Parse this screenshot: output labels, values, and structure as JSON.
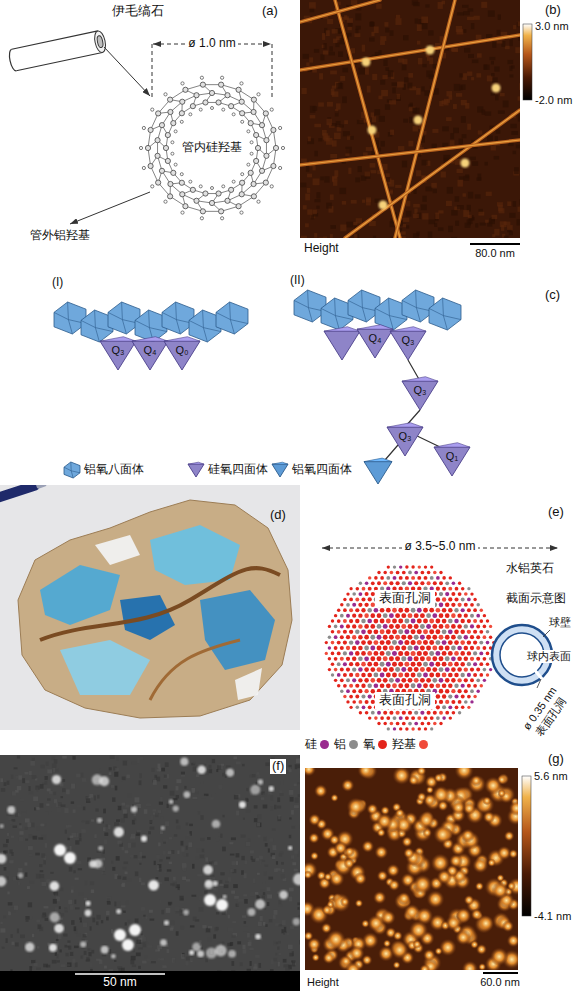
{
  "diagram": {
    "nodes": [
      {
        "text": [
          "表面孔洞"
        ]
      },
      {
        "text": [
          "表面孔洞"
        ]
      }
    ],
    "labels": [
      "伊毛缟石",
      "(a)",
      "ø 1.0 nm",
      "管内硅羟基",
      "管外铝羟基",
      "(b)",
      "3.0 nm",
      "-2.0 nm",
      "Height",
      "80.0 nm",
      "(I)",
      "(II)",
      "(c)",
      "Q₃",
      "Q₄",
      "Q₀",
      "Q₄",
      "Q₃",
      "Q₃",
      "Q₃",
      "Q₁",
      "(d)",
      "ø 3.5~5.0 nm",
      "(e)",
      "水铝英石",
      "截面示意图",
      "球壁",
      "球内表面",
      "ø 0.35 nm",
      "表面孔洞",
      "(f)",
      "50 nm",
      "(g)",
      "5.6 nm",
      "-4.1 nm",
      "Height",
      "60.0 nm"
    ],
    "legend": [
      {
        "text": "铝氧八面体",
        "color": "#6fa8dc"
      },
      {
        "text": "硅氧四面体",
        "color": "#8e84c8"
      },
      {
        "text": "铝氧四面体",
        "color": "#5d9bd6"
      },
      {
        "text": "硅",
        "color": "#9a2a8e"
      },
      {
        "text": "铝",
        "color": "#8c8c8c"
      },
      {
        "text": "氧",
        "color": "#e3241b"
      },
      {
        "text": "羟基",
        "color": "#f04a3a"
      }
    ]
  }
}
